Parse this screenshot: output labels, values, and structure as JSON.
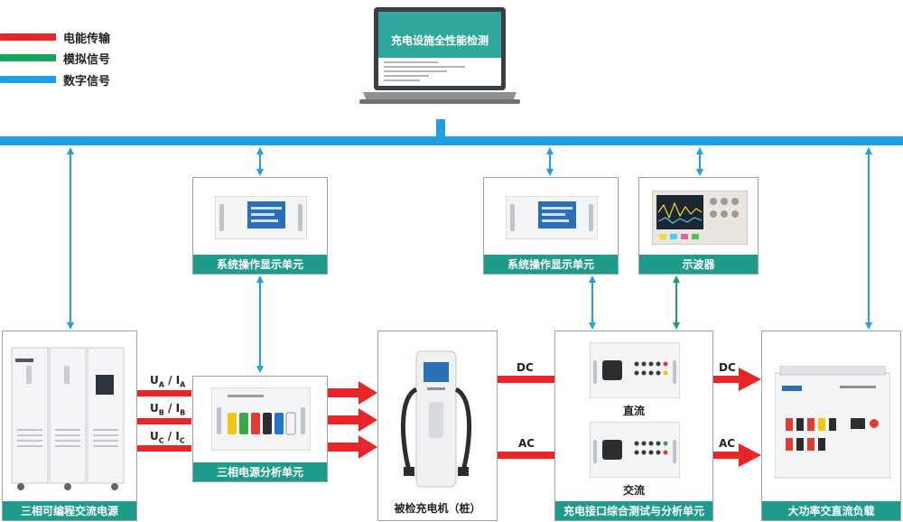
{
  "legend": {
    "items": [
      {
        "label": "电能传输",
        "color": "#e8262a"
      },
      {
        "label": "模拟信号",
        "color": "#17a35a"
      },
      {
        "label": "数字信号",
        "color": "#1ea0e6"
      }
    ]
  },
  "laptop": {
    "screen_title": "充电设施全性能检测"
  },
  "units": {
    "display_left": "系统操作显示单元",
    "display_right": "系统操作显示单元",
    "oscilloscope": "示波器",
    "ac_source": "三相可编程交流电源",
    "power_analyzer": "三相电源分析单元",
    "charger": "被检充电机（桩）",
    "interface_tester": "充电接口综合测试与分析单元",
    "load": "大功率交直流负载"
  },
  "signals": {
    "ua": {
      "main": "U",
      "sub1": "A",
      "slash": " / I",
      "sub2": "A"
    },
    "ub": {
      "main": "U",
      "sub1": "B",
      "slash": " / I",
      "sub2": "B"
    },
    "uc": {
      "main": "U",
      "sub1": "C",
      "slash": " / I",
      "sub2": "C"
    }
  },
  "links": {
    "dc_in": "DC",
    "ac_in": "AC",
    "dc_out": "DC",
    "ac_out": "AC"
  },
  "interface_sections": {
    "dc": "直流",
    "ac": "交流"
  },
  "colors": {
    "power": "#e8262a",
    "analog": "#17a35a",
    "digital": "#1ea0e6",
    "caption_bg": "#1f9b8c"
  }
}
